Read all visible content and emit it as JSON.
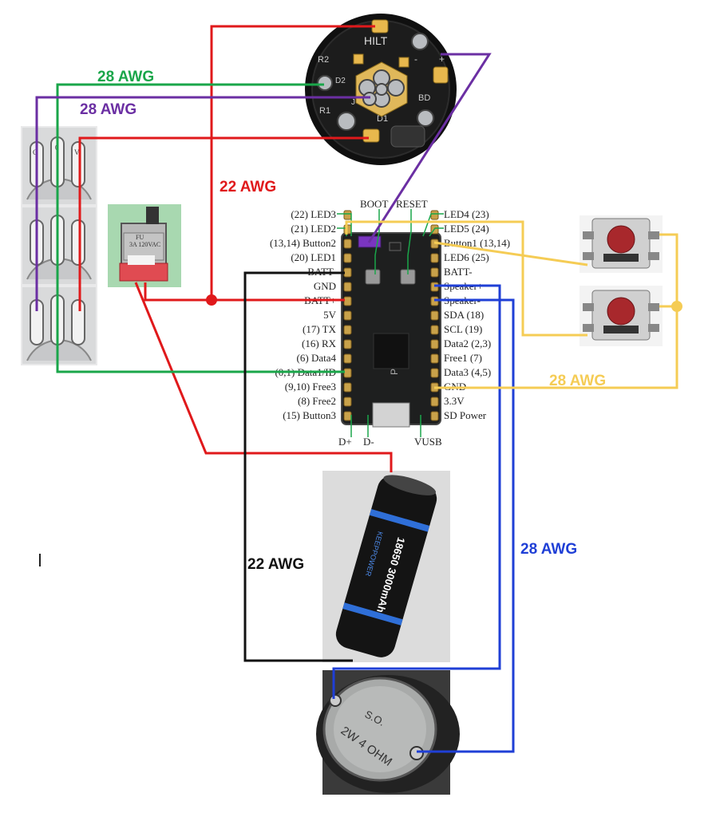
{
  "wire_labels": {
    "green": "28 AWG",
    "purple": "28 AWG",
    "red": "22 AWG",
    "black": "22 AWG",
    "yellow": "28 AWG",
    "blue": "28 AWG"
  },
  "colors": {
    "red": "#e0191b",
    "green": "#1aa64a",
    "purple": "#6b2fa3",
    "black": "#111111",
    "yellow": "#f5cc55",
    "blue": "#1f3fd6"
  },
  "hilt": {
    "label": "HILT",
    "marks": [
      "R2",
      "D2",
      "R1",
      "D1",
      "BD",
      "J",
      "-",
      "+"
    ]
  },
  "board": {
    "top_labels": [
      "BOOT",
      "RESET"
    ],
    "left_pins": [
      "(22) LED3",
      "(21) LED2",
      "(13,14) Button2",
      "(20) LED1",
      "BATT-",
      "GND",
      "BATT+",
      "5V",
      "(17) TX",
      "(16) RX",
      "(6) Data4",
      "(0,1) Data1/ID",
      "(9,10) Free3",
      "(8) Free2",
      "(15) Button3"
    ],
    "right_pins": [
      "LED4 (23)",
      "LED5 (24)",
      "Button1 (13,14)",
      "LED6 (25)",
      "BATT-",
      "Speaker+",
      "Speaker-",
      "SDA (18)",
      "SCL (19)",
      "Data2 (2,3)",
      "Free1 (7)",
      "Data3 (4,5)",
      "GND",
      "3.3V",
      "SD Power"
    ],
    "bottom_labels": [
      "D+",
      "D-",
      "VUSB"
    ],
    "silk": "PB V3"
  },
  "switch_label": "FU\n3A 120VAC",
  "battery": {
    "brand": "KEEPPOWER",
    "text": "18650 3000mAh"
  },
  "speaker": {
    "line1": "S.O.",
    "line2": "2W 4 OHM"
  },
  "pot_letters": [
    "G",
    "0",
    "V"
  ]
}
